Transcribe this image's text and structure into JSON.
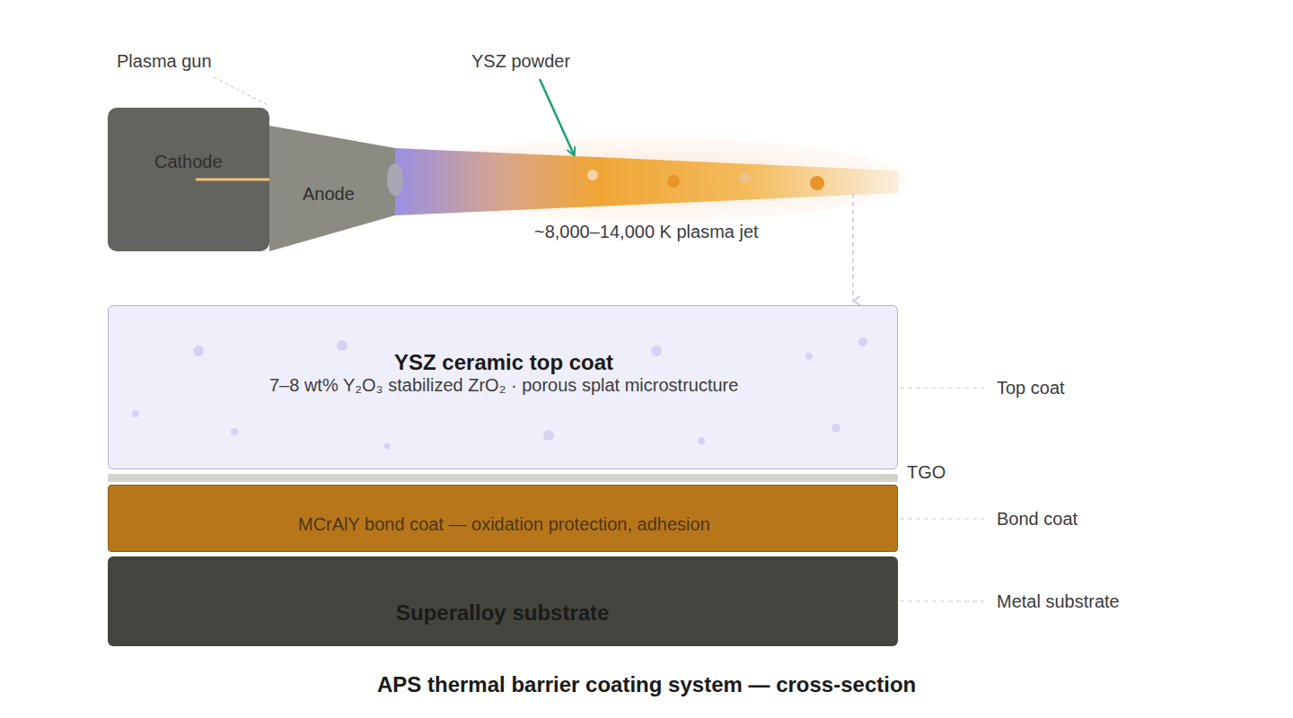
{
  "diagram": {
    "caption": "APS thermal barrier coating system — cross-section",
    "nodes": [
      {
        "text": [
          "Cathode"
        ]
      },
      {
        "text": [
          "Anode"
        ]
      },
      {
        "text": [
          "YSZ ceramic top coat",
          "7–8 wt% Y₂O₃ stabilized ZrO₂ · porous splat microstructure"
        ]
      },
      {
        "text": [
          "MCrAlY bond coat — oxidation protection, adhesion"
        ]
      },
      {
        "text": [
          "Superalloy substrate"
        ]
      }
    ],
    "labels": [
      "Plasma gun",
      "YSZ powder",
      "~8,000–14,000 K plasma jet",
      "TGO",
      "Top coat",
      "Bond coat",
      "Metal substrate"
    ]
  }
}
